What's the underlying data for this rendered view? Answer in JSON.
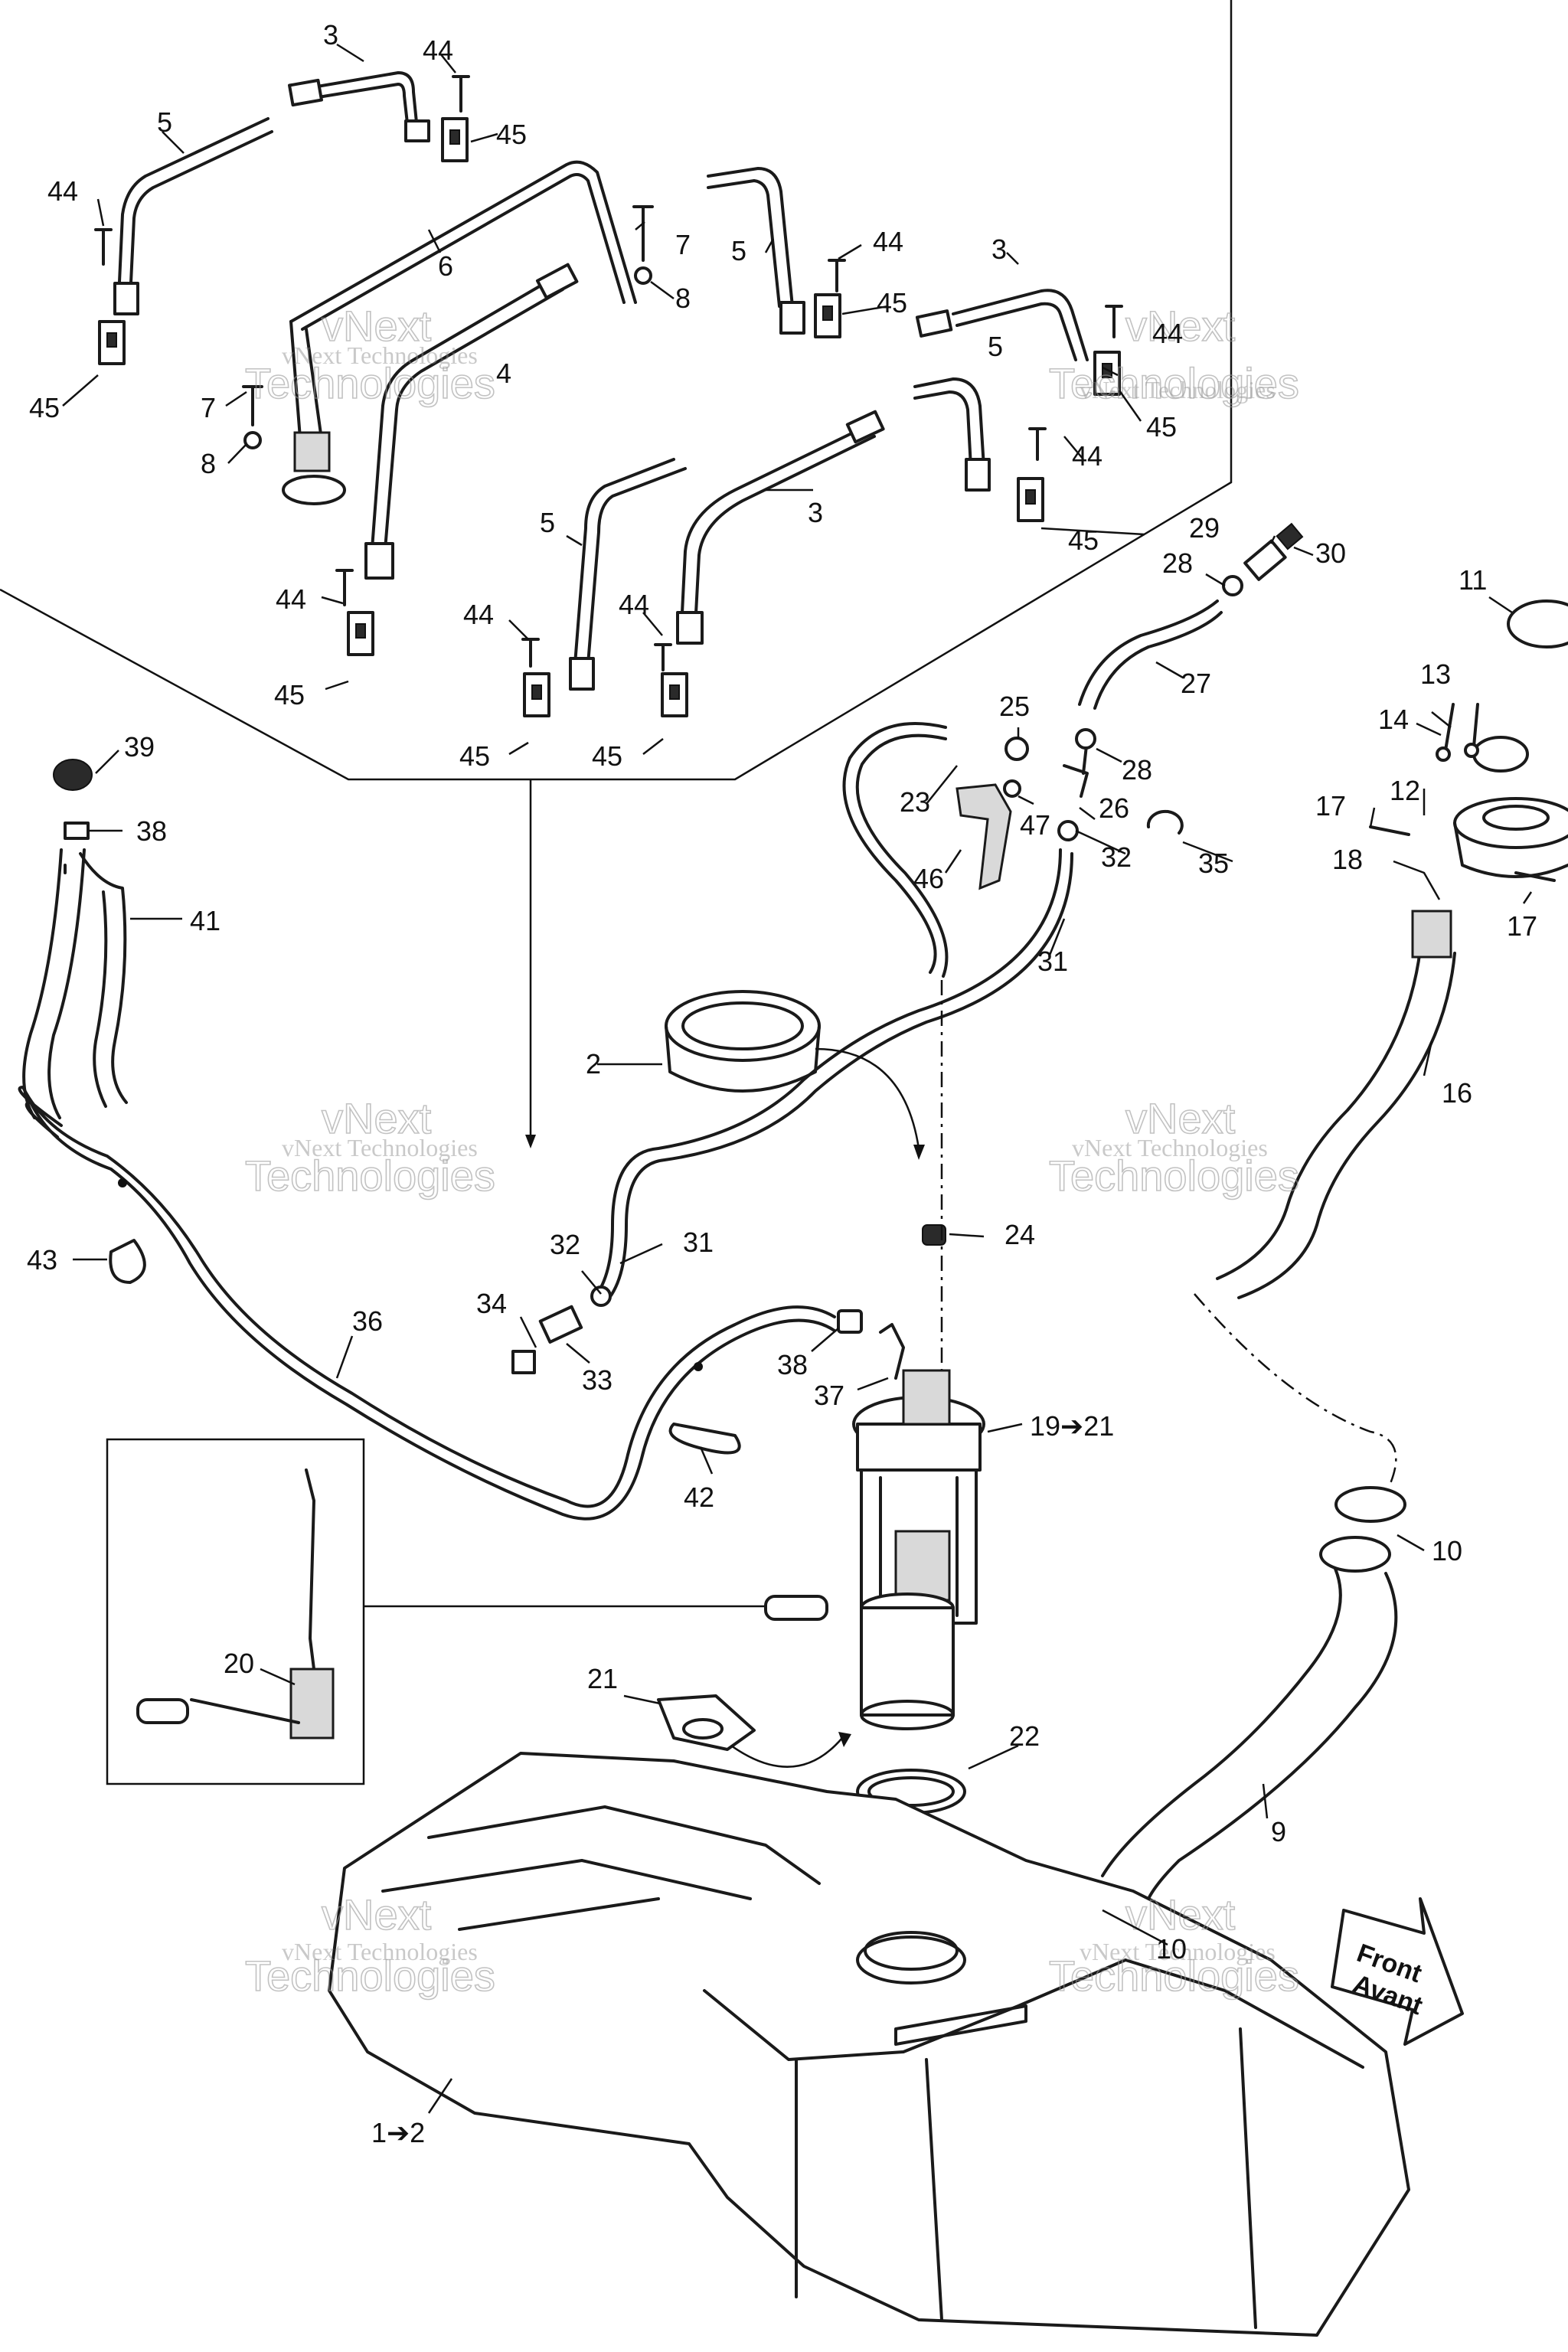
{
  "callouts": [
    {
      "id": "c3a",
      "text": "3"
    },
    {
      "id": "c44a",
      "text": "44"
    },
    {
      "id": "c45a",
      "text": "45"
    },
    {
      "id": "c5a",
      "text": "5"
    },
    {
      "id": "c44b",
      "text": "44"
    },
    {
      "id": "c6",
      "text": "6"
    },
    {
      "id": "c7a",
      "text": "7"
    },
    {
      "id": "c8a",
      "text": "8"
    },
    {
      "id": "c4",
      "text": "4"
    },
    {
      "id": "c45b",
      "text": "45"
    },
    {
      "id": "c7b",
      "text": "7"
    },
    {
      "id": "c8b",
      "text": "8"
    },
    {
      "id": "c5b",
      "text": "5"
    },
    {
      "id": "c44c",
      "text": "44"
    },
    {
      "id": "c45c",
      "text": "45"
    },
    {
      "id": "c3b",
      "text": "3"
    },
    {
      "id": "c44d",
      "text": "44"
    },
    {
      "id": "c45d",
      "text": "45"
    },
    {
      "id": "c5c",
      "text": "5"
    },
    {
      "id": "c44e",
      "text": "44"
    },
    {
      "id": "c45e",
      "text": "45"
    },
    {
      "id": "c5d",
      "text": "5"
    },
    {
      "id": "c3c",
      "text": "3"
    },
    {
      "id": "c44f",
      "text": "44"
    },
    {
      "id": "c45f",
      "text": "45"
    },
    {
      "id": "c44g",
      "text": "44"
    },
    {
      "id": "c44h",
      "text": "44"
    },
    {
      "id": "c45g",
      "text": "45"
    },
    {
      "id": "c45h",
      "text": "45"
    },
    {
      "id": "c29",
      "text": "29"
    },
    {
      "id": "c30",
      "text": "30"
    },
    {
      "id": "c28a",
      "text": "28"
    },
    {
      "id": "c11",
      "text": "11"
    },
    {
      "id": "c27",
      "text": "27"
    },
    {
      "id": "c13",
      "text": "13"
    },
    {
      "id": "c14",
      "text": "14"
    },
    {
      "id": "c25",
      "text": "25"
    },
    {
      "id": "c28b",
      "text": "28"
    },
    {
      "id": "c23",
      "text": "23"
    },
    {
      "id": "c26",
      "text": "26"
    },
    {
      "id": "c47",
      "text": "47"
    },
    {
      "id": "c12",
      "text": "12"
    },
    {
      "id": "c17a",
      "text": "17"
    },
    {
      "id": "c32a",
      "text": "32"
    },
    {
      "id": "c35",
      "text": "35"
    },
    {
      "id": "c18",
      "text": "18"
    },
    {
      "id": "c46",
      "text": "46"
    },
    {
      "id": "c17b",
      "text": "17"
    },
    {
      "id": "c31a",
      "text": "31"
    },
    {
      "id": "c16",
      "text": "16"
    },
    {
      "id": "c39",
      "text": "39"
    },
    {
      "id": "c38a",
      "text": "38"
    },
    {
      "id": "c41",
      "text": "41"
    },
    {
      "id": "c2",
      "text": "2"
    },
    {
      "id": "c24",
      "text": "24"
    },
    {
      "id": "c43",
      "text": "43"
    },
    {
      "id": "c32b",
      "text": "32"
    },
    {
      "id": "c31b",
      "text": "31"
    },
    {
      "id": "c34",
      "text": "34"
    },
    {
      "id": "c33",
      "text": "33"
    },
    {
      "id": "c36",
      "text": "36"
    },
    {
      "id": "c38b",
      "text": "38"
    },
    {
      "id": "c37",
      "text": "37"
    },
    {
      "id": "c1921",
      "text": "19➔21"
    },
    {
      "id": "c42",
      "text": "42"
    },
    {
      "id": "c10a",
      "text": "10"
    },
    {
      "id": "c20",
      "text": "20"
    },
    {
      "id": "c21",
      "text": "21"
    },
    {
      "id": "c22",
      "text": "22"
    },
    {
      "id": "c9",
      "text": "9"
    },
    {
      "id": "c10b",
      "text": "10"
    },
    {
      "id": "c12b",
      "text": "1➔2"
    }
  ],
  "watermark": {
    "line1": "vNext Technologies",
    "line2": "vNext",
    "line3": "Technologies"
  },
  "front_arrow": {
    "line1": "Front",
    "line2": "Avant"
  }
}
